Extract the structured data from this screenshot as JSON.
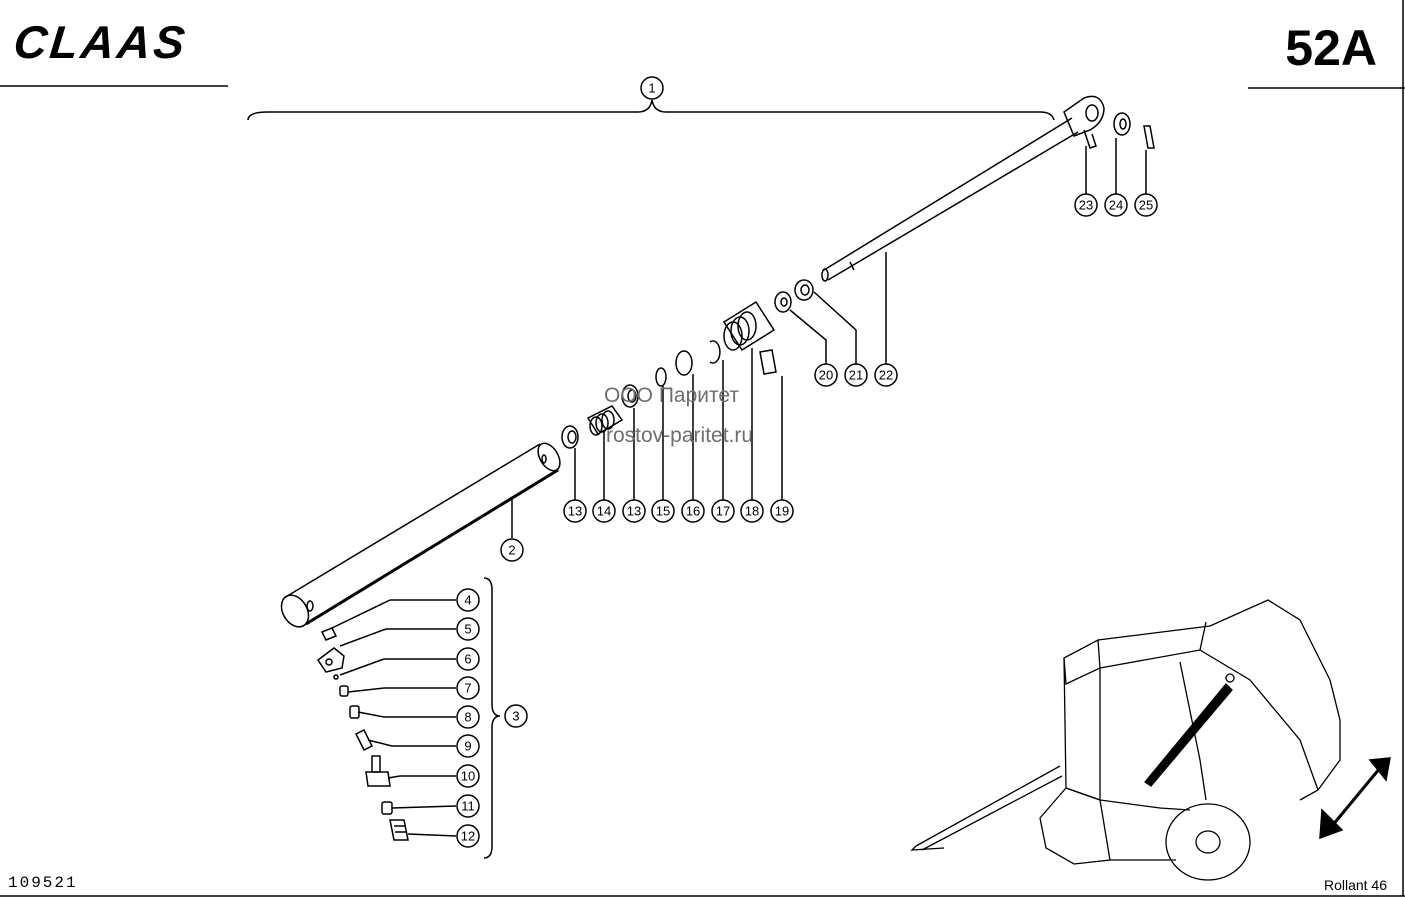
{
  "header": {
    "brand": "CLAAS",
    "page_number": "52A"
  },
  "footer": {
    "drawing_number": "109521",
    "model": "Rollant 46"
  },
  "watermark": {
    "line1": "ООО Паритет",
    "line2": "rostov-paritet.ru"
  },
  "callouts": [
    "1",
    "2",
    "3",
    "4",
    "5",
    "6",
    "7",
    "8",
    "9",
    "10",
    "11",
    "12",
    "13",
    "14",
    "13",
    "15",
    "16",
    "17",
    "18",
    "19",
    "20",
    "21",
    "22",
    "23",
    "24",
    "25"
  ]
}
